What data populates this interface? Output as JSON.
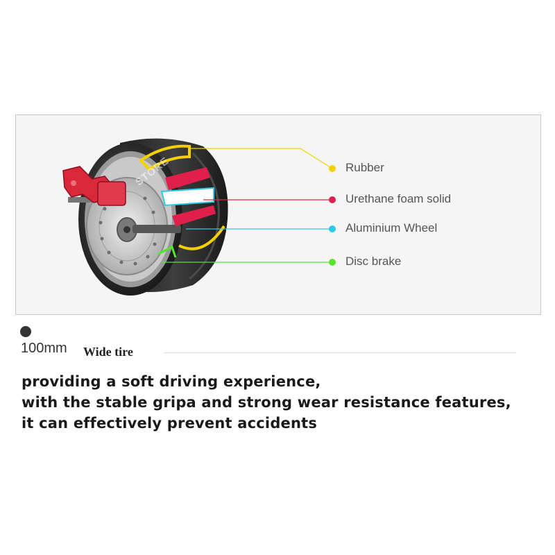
{
  "diagram": {
    "watermark": "STORE",
    "callouts": [
      {
        "label": "Rubber",
        "color": "#f5d000"
      },
      {
        "label": "Urethane foam solid",
        "color": "#e0204a"
      },
      {
        "label": "Aluminium Wheel",
        "color": "#2ccbe8"
      },
      {
        "label": "Disc brake",
        "color": "#54e62c"
      }
    ]
  },
  "spec": {
    "value": "100mm",
    "label": "Wide tire"
  },
  "description": [
    "providing a soft driving experience,",
    "with the stable gripa and strong wear resistance features,",
    "it can effectively prevent accidents"
  ]
}
